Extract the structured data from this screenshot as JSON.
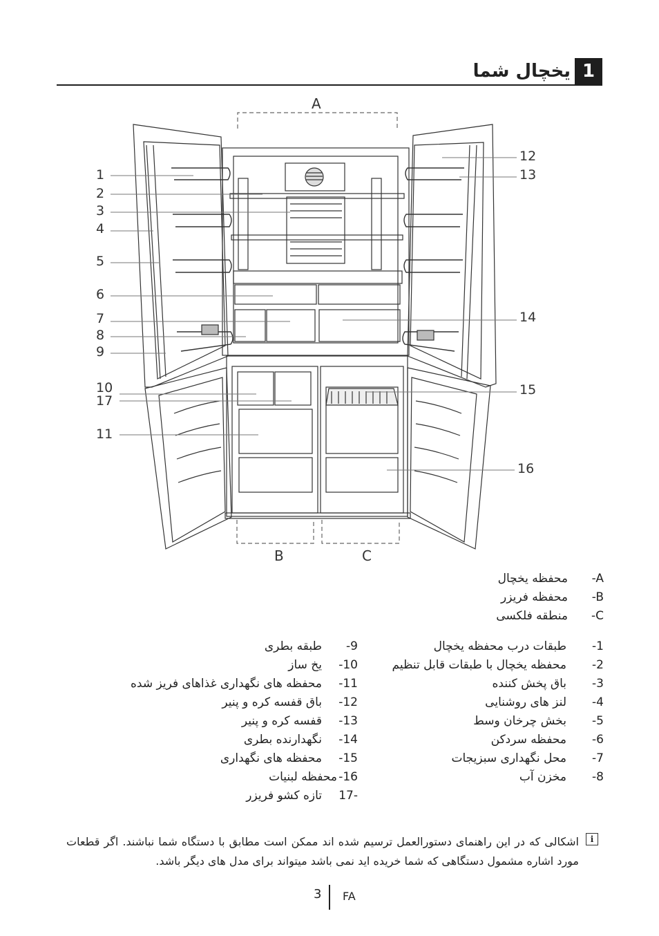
{
  "header": {
    "section_number": "1",
    "title": "یخچال شما"
  },
  "diagram": {
    "zone_labels": {
      "a": "A",
      "b": "B",
      "c": "C"
    },
    "callouts_left": [
      "1",
      "2",
      "3",
      "4",
      "5",
      "6",
      "7",
      "8",
      "9",
      "10",
      "17",
      "11"
    ],
    "callouts_right": [
      "12",
      "13",
      "14",
      "15",
      "16"
    ]
  },
  "zones_legend": [
    {
      "id": "-A",
      "text": "محفظه یخچال"
    },
    {
      "id": "-B",
      "text": "محفظه فریزر"
    },
    {
      "id": "-C",
      "text": "منطقه فلکسی"
    }
  ],
  "parts_right": [
    {
      "num": "-1",
      "text": "طبقات درب محفظه یخچال"
    },
    {
      "num": "-2",
      "text": "محفظه یخچال با طبقات قابل تنظیم"
    },
    {
      "num": "-3",
      "text": "باق پخش کننده"
    },
    {
      "num": "-4",
      "text": "لنز های روشنایی"
    },
    {
      "num": "-5",
      "text": "بخش چرخان وسط"
    },
    {
      "num": "-6",
      "text": "محفظه سردکن"
    },
    {
      "num": "-7",
      "text": "محل نگهداری سبزیجات"
    },
    {
      "num": "-8",
      "text": "مخزن آب"
    }
  ],
  "parts_left": [
    {
      "num": "-9",
      "text": "طبقه بطری"
    },
    {
      "num": "-10",
      "text": "یخ ساز"
    },
    {
      "num": "-11",
      "text": "محفظه های نگهداری غذاهای فریز شده"
    },
    {
      "num": "-12",
      "text": "باق قفسه کره و پنیر"
    },
    {
      "num": "-13",
      "text": "قفسه کره و پنیر"
    },
    {
      "num": "-14",
      "text": "نگهدارنده بطری"
    },
    {
      "num": "-15",
      "text": "محفظه های نگهداری"
    },
    {
      "num": "-16",
      "text": "محفظه لبنیات"
    },
    {
      "num": "17-",
      "text": "تازه کشو فریزر"
    }
  ],
  "note": {
    "text": "اشکالی که در این راهنمای دستورالعمل ترسیم شده اند ممکن است مطابق با دستگاه شما نباشند.  اگر قطعات مورد اشاره مشمول دستگاهی که شما خریده اید نمی باشد میتواند برای مدل های دیگر باشد.",
    "icon": "info-icon"
  },
  "footer": {
    "page": "3",
    "lang": "FA"
  }
}
